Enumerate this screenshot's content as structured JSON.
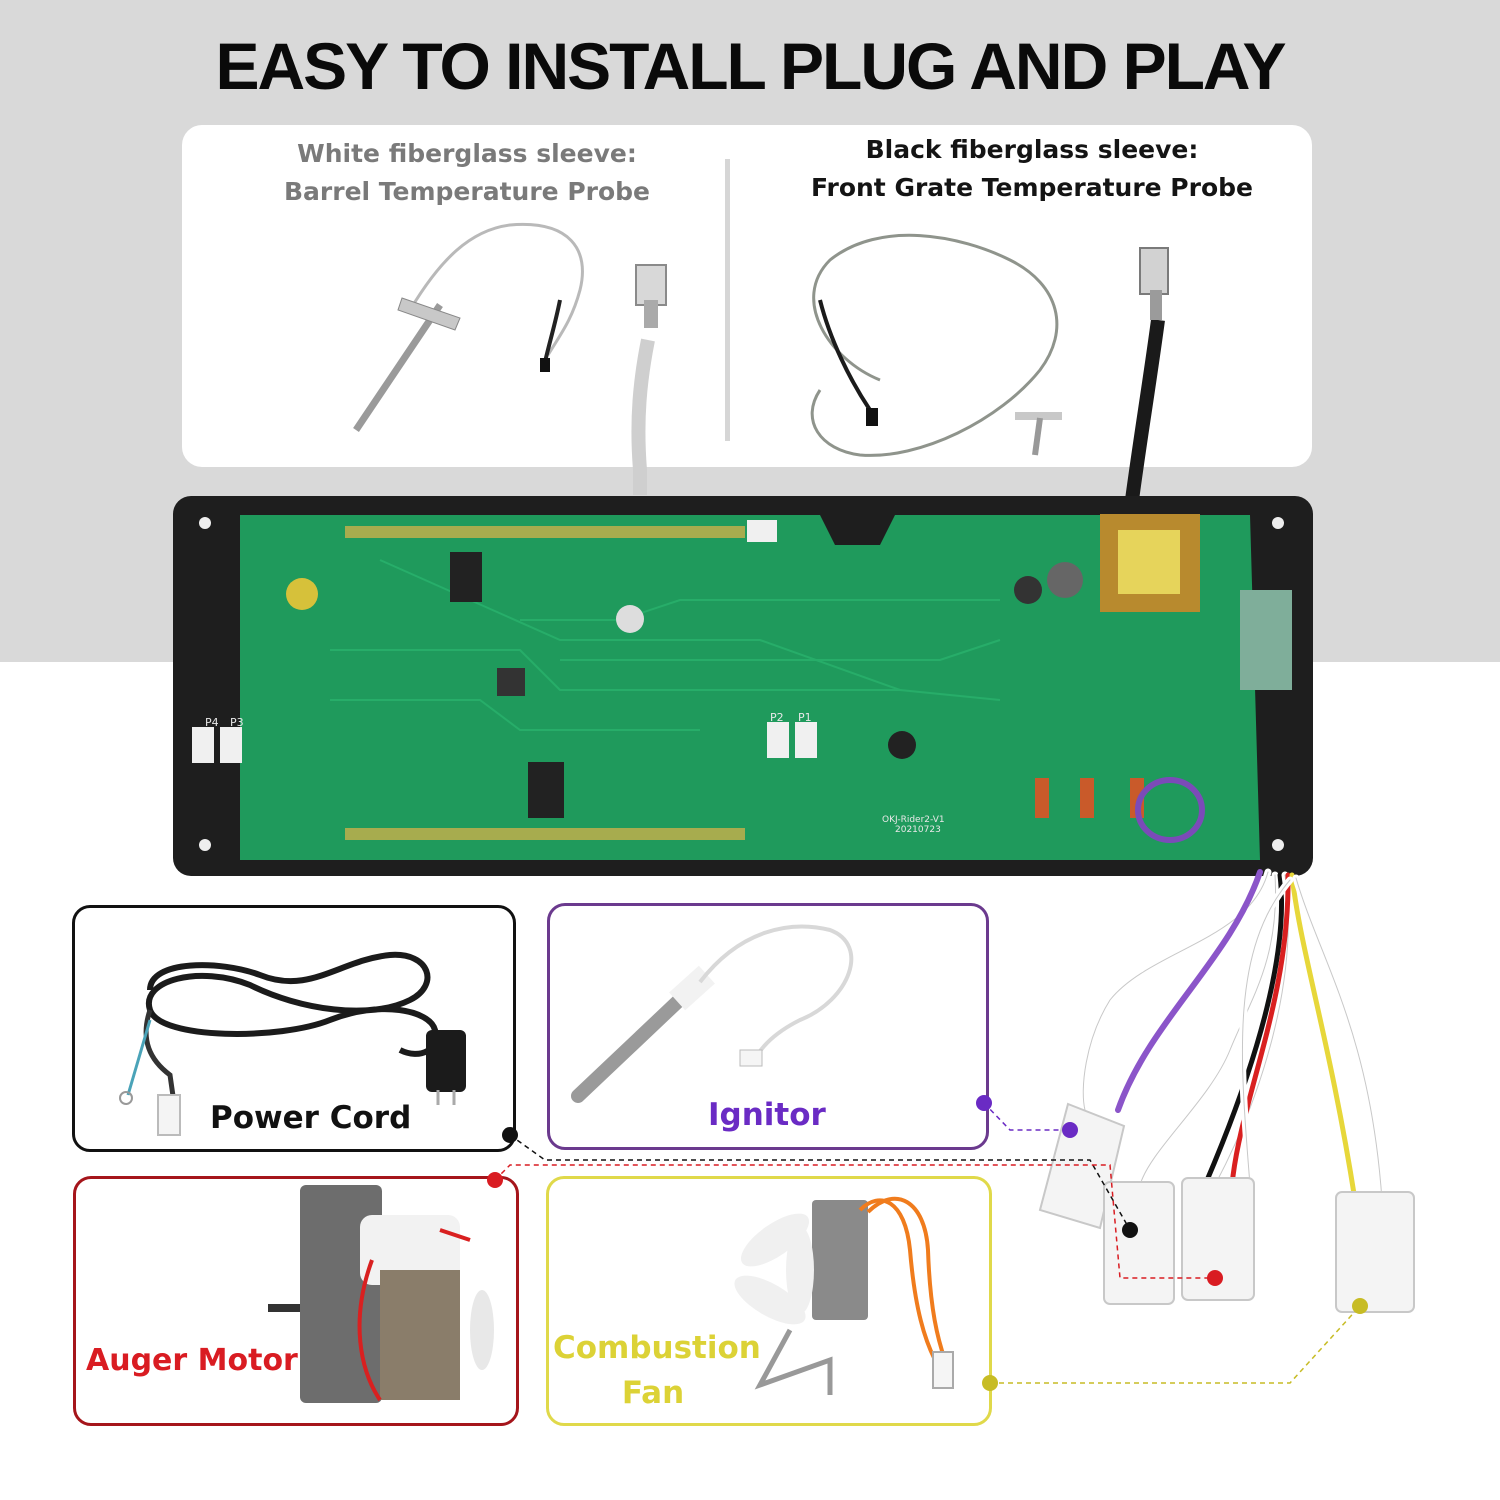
{
  "headline": "EASY TO INSTALL PLUG AND PLAY",
  "probes": {
    "white": {
      "line1": "White fiberglass sleeve:",
      "line2": "Barrel Temperature Probe"
    },
    "black": {
      "line1": "Black fiberglass sleeve:",
      "line2": "Front Grate Temperature Probe"
    }
  },
  "components": {
    "power_cord": "Power Cord",
    "ignitor": "Ignitor",
    "auger_motor": "Auger Motor",
    "combustion_fan": {
      "line1": "Combustion",
      "line2": "Fan"
    }
  },
  "board_text": {
    "model": "OKJ-Rider2-V1",
    "date": "20210723",
    "ports": [
      "P4",
      "P3",
      "P2",
      "P1"
    ]
  },
  "colors": {
    "power": "#111111",
    "ignitor": "#6a2bc4",
    "auger": "#d91c22",
    "fan": "#dcd236",
    "board": "#1f9a5c"
  }
}
